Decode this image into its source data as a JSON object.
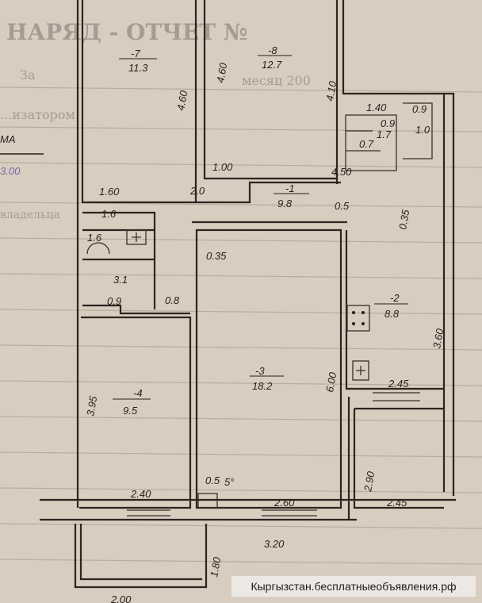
{
  "form": {
    "title": "НАРЯД - ОТЧЕТ №",
    "field_for": "За",
    "field_month": "месяц 200",
    "field_organizer": "...изатором",
    "handwritten_label": "МА",
    "handwritten_value": "3.00",
    "field_owner": "владельца"
  },
  "rooms": [
    {
      "id": "-7",
      "area": "11.3"
    },
    {
      "id": "-8",
      "area": "12.7"
    },
    {
      "id": "-1",
      "area": "9.8"
    },
    {
      "id": "-2",
      "area": "8.8"
    },
    {
      "id": "-3",
      "area": "18.2"
    },
    {
      "id": "-4",
      "area": "9.5"
    }
  ],
  "dimensions": {
    "room7_len": "4.60",
    "room8_len": "4.60",
    "room8_right": "4.10",
    "pantry_w": "1.40",
    "pantry_a": "0.9",
    "pantry_b": "1.7",
    "pantry_c": "0.7",
    "closet_w": "0.9",
    "closet_a": "1.0",
    "hall_len": "4.50",
    "hall_w": "2.0",
    "door_w": "1.00",
    "hall_a": "0.5",
    "hall_b": "0.35",
    "bath_w": "1.60",
    "bath_area": "1.6",
    "wc_area": "1.6",
    "wc_len": "3.1",
    "wc_w": "0.9",
    "corr_w": "0.8",
    "room3_a": "0.35",
    "room3_len": "6.00",
    "room3_w": "2.60",
    "niche": "0.5",
    "angle": "5°",
    "kitchen_len": "3.60",
    "kitchen_w": "2.45",
    "room4_len": "3.95",
    "room4_w": "2.40",
    "lower_right_len": "2.90",
    "lower_right_w": "2.45",
    "balcony_len": "3.20",
    "balcony_d": "1.80",
    "balcony_w": "2.00"
  },
  "watermark": "Кыргызстан.бесплатныеобъявления.рф"
}
